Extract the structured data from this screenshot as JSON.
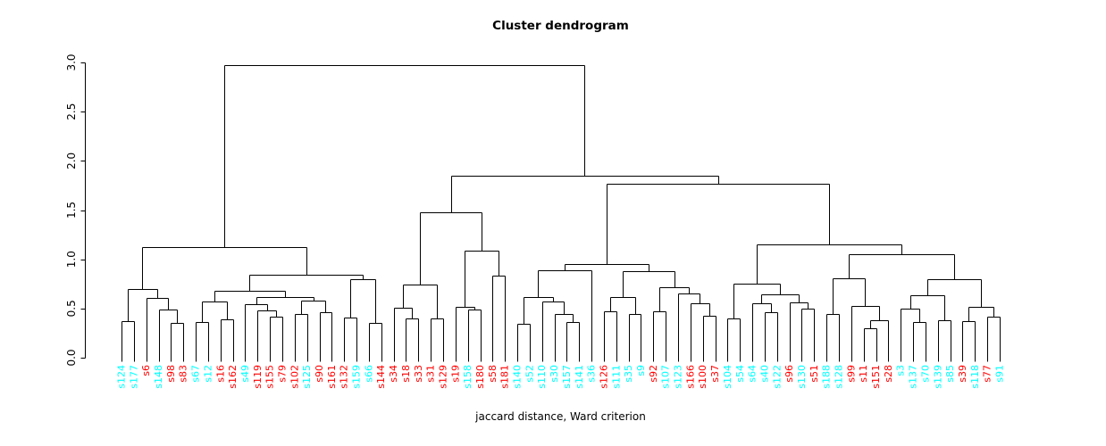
{
  "title": "Cluster dendrogram",
  "subtitle": "jaccard distance, Ward criterion",
  "chart_data": {
    "type": "dendrogram",
    "title": "Cluster dendrogram",
    "xlabel": "jaccard distance, Ward criterion",
    "ylabel": "",
    "ylim": [
      0,
      3
    ],
    "yticks": [
      "0.0",
      "0.5",
      "1.0",
      "1.5",
      "2.0",
      "2.5",
      "3.0"
    ],
    "grid": false,
    "line_color": "#000000",
    "palette": {
      "cyan": "#00FFFF",
      "red": "#FF0000"
    },
    "leaves": [
      {
        "label": "s124",
        "color": "cyan"
      },
      {
        "label": "s177",
        "color": "cyan"
      },
      {
        "label": "s6",
        "color": "red"
      },
      {
        "label": "s148",
        "color": "cyan"
      },
      {
        "label": "s98",
        "color": "red"
      },
      {
        "label": "s83",
        "color": "red"
      },
      {
        "label": "s67",
        "color": "cyan"
      },
      {
        "label": "s12",
        "color": "cyan"
      },
      {
        "label": "s16",
        "color": "red"
      },
      {
        "label": "s162",
        "color": "red"
      },
      {
        "label": "s49",
        "color": "cyan"
      },
      {
        "label": "s119",
        "color": "red"
      },
      {
        "label": "s155",
        "color": "red"
      },
      {
        "label": "s79",
        "color": "red"
      },
      {
        "label": "s102",
        "color": "red"
      },
      {
        "label": "s125",
        "color": "cyan"
      },
      {
        "label": "s90",
        "color": "red"
      },
      {
        "label": "s161",
        "color": "red"
      },
      {
        "label": "s132",
        "color": "red"
      },
      {
        "label": "s159",
        "color": "cyan"
      },
      {
        "label": "s66",
        "color": "cyan"
      },
      {
        "label": "s144",
        "color": "red"
      },
      {
        "label": "s34",
        "color": "red"
      },
      {
        "label": "s18",
        "color": "red"
      },
      {
        "label": "s33",
        "color": "red"
      },
      {
        "label": "s31",
        "color": "red"
      },
      {
        "label": "s129",
        "color": "red"
      },
      {
        "label": "s19",
        "color": "red"
      },
      {
        "label": "s158",
        "color": "cyan"
      },
      {
        "label": "s180",
        "color": "red"
      },
      {
        "label": "s58",
        "color": "red"
      },
      {
        "label": "s181",
        "color": "red"
      },
      {
        "label": "s140",
        "color": "cyan"
      },
      {
        "label": "s52",
        "color": "cyan"
      },
      {
        "label": "s110",
        "color": "cyan"
      },
      {
        "label": "s30",
        "color": "cyan"
      },
      {
        "label": "s157",
        "color": "cyan"
      },
      {
        "label": "s141",
        "color": "cyan"
      },
      {
        "label": "s36",
        "color": "cyan"
      },
      {
        "label": "s126",
        "color": "red"
      },
      {
        "label": "s111",
        "color": "cyan"
      },
      {
        "label": "s35",
        "color": "cyan"
      },
      {
        "label": "s9",
        "color": "cyan"
      },
      {
        "label": "s92",
        "color": "red"
      },
      {
        "label": "s107",
        "color": "cyan"
      },
      {
        "label": "s123",
        "color": "cyan"
      },
      {
        "label": "s166",
        "color": "red"
      },
      {
        "label": "s100",
        "color": "red"
      },
      {
        "label": "s37",
        "color": "red"
      },
      {
        "label": "s104",
        "color": "cyan"
      },
      {
        "label": "s54",
        "color": "cyan"
      },
      {
        "label": "s64",
        "color": "cyan"
      },
      {
        "label": "s40",
        "color": "cyan"
      },
      {
        "label": "s122",
        "color": "cyan"
      },
      {
        "label": "s96",
        "color": "red"
      },
      {
        "label": "s130",
        "color": "cyan"
      },
      {
        "label": "s51",
        "color": "red"
      },
      {
        "label": "s188",
        "color": "cyan"
      },
      {
        "label": "s128",
        "color": "cyan"
      },
      {
        "label": "s99",
        "color": "red"
      },
      {
        "label": "s11",
        "color": "red"
      },
      {
        "label": "s151",
        "color": "red"
      },
      {
        "label": "s28",
        "color": "red"
      },
      {
        "label": "s3",
        "color": "cyan"
      },
      {
        "label": "s137",
        "color": "cyan"
      },
      {
        "label": "s70",
        "color": "cyan"
      },
      {
        "label": "s139",
        "color": "cyan"
      },
      {
        "label": "s85",
        "color": "cyan"
      },
      {
        "label": "s39",
        "color": "red"
      },
      {
        "label": "s118",
        "color": "cyan"
      },
      {
        "label": "s77",
        "color": "red"
      },
      {
        "label": "s91",
        "color": "cyan"
      }
    ],
    "tree": {
      "h": 2.97,
      "c": [
        {
          "h": 1.12,
          "c": [
            {
              "h": 0.7,
              "c": [
                {
                  "h": 0.37,
                  "c": [
                    "s124",
                    "s177"
                  ]
                },
                {
                  "h": 0.61,
                  "c": [
                    "s6",
                    {
                      "h": 0.49,
                      "c": [
                        "s148",
                        {
                          "h": 0.35,
                          "c": [
                            "s98",
                            "s83"
                          ]
                        }
                      ]
                    }
                  ]
                }
              ]
            },
            {
              "h": 0.84,
              "c": [
                {
                  "h": 0.68,
                  "c": [
                    {
                      "h": 0.57,
                      "c": [
                        {
                          "h": 0.36,
                          "c": [
                            "s67",
                            "s12"
                          ]
                        },
                        {
                          "h": 0.39,
                          "c": [
                            "s16",
                            "s162"
                          ]
                        }
                      ]
                    },
                    {
                      "h": 0.62,
                      "c": [
                        {
                          "h": 0.54,
                          "c": [
                            "s49",
                            {
                              "h": 0.48,
                              "c": [
                                "s119",
                                {
                                  "h": 0.42,
                                  "c": [
                                    "s155",
                                    "s79"
                                  ]
                                }
                              ]
                            }
                          ]
                        },
                        {
                          "h": 0.58,
                          "c": [
                            {
                              "h": 0.44,
                              "c": [
                                "s102",
                                "s125"
                              ]
                            },
                            {
                              "h": 0.46,
                              "c": [
                                "s90",
                                "s161"
                              ]
                            }
                          ]
                        }
                      ]
                    }
                  ]
                },
                {
                  "h": 0.8,
                  "c": [
                    {
                      "h": 0.41,
                      "c": [
                        "s132",
                        "s159"
                      ]
                    },
                    {
                      "h": 0.35,
                      "c": [
                        "s66",
                        "s144"
                      ]
                    }
                  ]
                }
              ]
            }
          ]
        },
        {
          "h": 1.845,
          "c": [
            {
              "h": 1.48,
              "c": [
                {
                  "h": 0.74,
                  "c": [
                    {
                      "h": 0.51,
                      "c": [
                        "s34",
                        {
                          "h": 0.4,
                          "c": [
                            "s18",
                            "s33"
                          ]
                        }
                      ]
                    },
                    {
                      "h": 0.4,
                      "c": [
                        "s31",
                        "s129"
                      ]
                    }
                  ]
                },
                {
                  "h": 1.09,
                  "c": [
                    {
                      "h": 0.52,
                      "c": [
                        "s19",
                        {
                          "h": 0.485,
                          "c": [
                            "s158",
                            "s180"
                          ]
                        }
                      ]
                    },
                    {
                      "h": 0.83,
                      "c": [
                        "s58",
                        "s181"
                      ]
                    }
                  ]
                }
              ]
            },
            {
              "h": 1.77,
              "c": [
                {
                  "h": 0.95,
                  "c": [
                    {
                      "h": 0.888,
                      "c": [
                        {
                          "h": 0.62,
                          "c": [
                            {
                              "h": 0.34,
                              "c": [
                                "s140",
                                "s52"
                              ]
                            },
                            {
                              "h": 0.57,
                              "c": [
                                "s110",
                                {
                                  "h": 0.44,
                                  "c": [
                                    "s30",
                                    {
                                      "h": 0.36,
                                      "c": [
                                        "s157",
                                        "s141"
                                      ]
                                    }
                                  ]
                                }
                              ]
                            }
                          ]
                        },
                        "s36"
                      ]
                    },
                    {
                      "h": 0.877,
                      "c": [
                        {
                          "h": 0.62,
                          "c": [
                            {
                              "h": 0.47,
                              "c": [
                                "s126",
                                "s111"
                              ]
                            },
                            {
                              "h": 0.44,
                              "c": [
                                "s35",
                                "s9"
                              ]
                            }
                          ]
                        },
                        {
                          "h": 0.72,
                          "c": [
                            {
                              "h": 0.47,
                              "c": [
                                "s92",
                                "s107"
                              ]
                            },
                            {
                              "h": 0.655,
                              "c": [
                                "s123",
                                {
                                  "h": 0.55,
                                  "c": [
                                    "s166",
                                    {
                                      "h": 0.43,
                                      "c": [
                                        "s100",
                                        "s37"
                                      ]
                                    }
                                  ]
                                }
                              ]
                            }
                          ]
                        }
                      ]
                    }
                  ]
                },
                {
                  "h": 1.155,
                  "c": [
                    {
                      "h": 0.75,
                      "c": [
                        {
                          "h": 0.4,
                          "c": [
                            "s104",
                            "s54"
                          ]
                        },
                        {
                          "h": 0.64,
                          "c": [
                            {
                              "h": 0.55,
                              "c": [
                                "s64",
                                {
                                  "h": 0.46,
                                  "c": [
                                    "s40",
                                    "s122"
                                  ]
                                }
                              ]
                            },
                            {
                              "h": 0.56,
                              "c": [
                                "s96",
                                {
                                  "h": 0.5,
                                  "c": [
                                    "s130",
                                    "s51"
                                  ]
                                }
                              ]
                            }
                          ]
                        }
                      ]
                    },
                    {
                      "h": 1.05,
                      "c": [
                        {
                          "h": 0.81,
                          "c": [
                            {
                              "h": 0.44,
                              "c": [
                                "s188",
                                "s128"
                              ]
                            },
                            {
                              "h": 0.53,
                              "c": [
                                "s99",
                                {
                                  "h": 0.38,
                                  "c": [
                                    {
                                      "h": 0.3,
                                      "c": [
                                        "s11",
                                        "s151"
                                      ]
                                    },
                                    "s28"
                                  ]
                                }
                              ]
                            }
                          ]
                        },
                        {
                          "h": 0.8,
                          "c": [
                            {
                              "h": 0.63,
                              "c": [
                                {
                                  "h": 0.5,
                                  "c": [
                                    "s3",
                                    {
                                      "h": 0.36,
                                      "c": [
                                        "s137",
                                        "s70"
                                      ]
                                    }
                                  ]
                                },
                                {
                                  "h": 0.38,
                                  "c": [
                                    "s139",
                                    "s85"
                                  ]
                                }
                              ]
                            },
                            {
                              "h": 0.52,
                              "c": [
                                {
                                  "h": 0.37,
                                  "c": [
                                    "s39",
                                    "s118"
                                  ]
                                },
                                {
                                  "h": 0.42,
                                  "c": [
                                    "s77",
                                    "s91"
                                  ]
                                }
                              ]
                            }
                          ]
                        }
                      ]
                    }
                  ]
                }
              ]
            }
          ]
        }
      ]
    }
  }
}
